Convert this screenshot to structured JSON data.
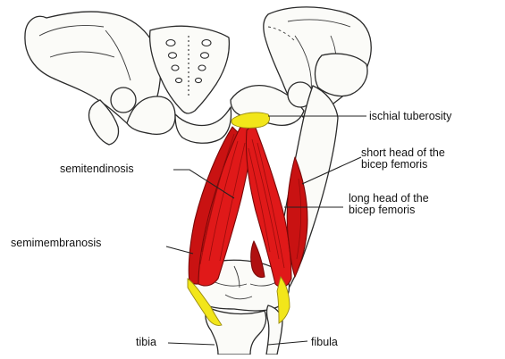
{
  "colors": {
    "bone_fill": "#fbfbf8",
    "bone_line": "#2b2b2b",
    "muscle_fill": "#e01919",
    "muscle_dark": "#8f0a0a",
    "tendon": "#f2e61a",
    "leader": "#222222"
  },
  "labels": {
    "ischial_tuberosity": "ischial tuberosity",
    "short_head_line1": "short head of the",
    "short_head_line2": "bicep femoris",
    "semitendinosis": "semitendinosis",
    "long_head_line1": "long head of the",
    "long_head_line2": "bicep femoris",
    "semimembranosis": "semimembranosis",
    "tibia": "tibia",
    "fibula": "fibula"
  }
}
